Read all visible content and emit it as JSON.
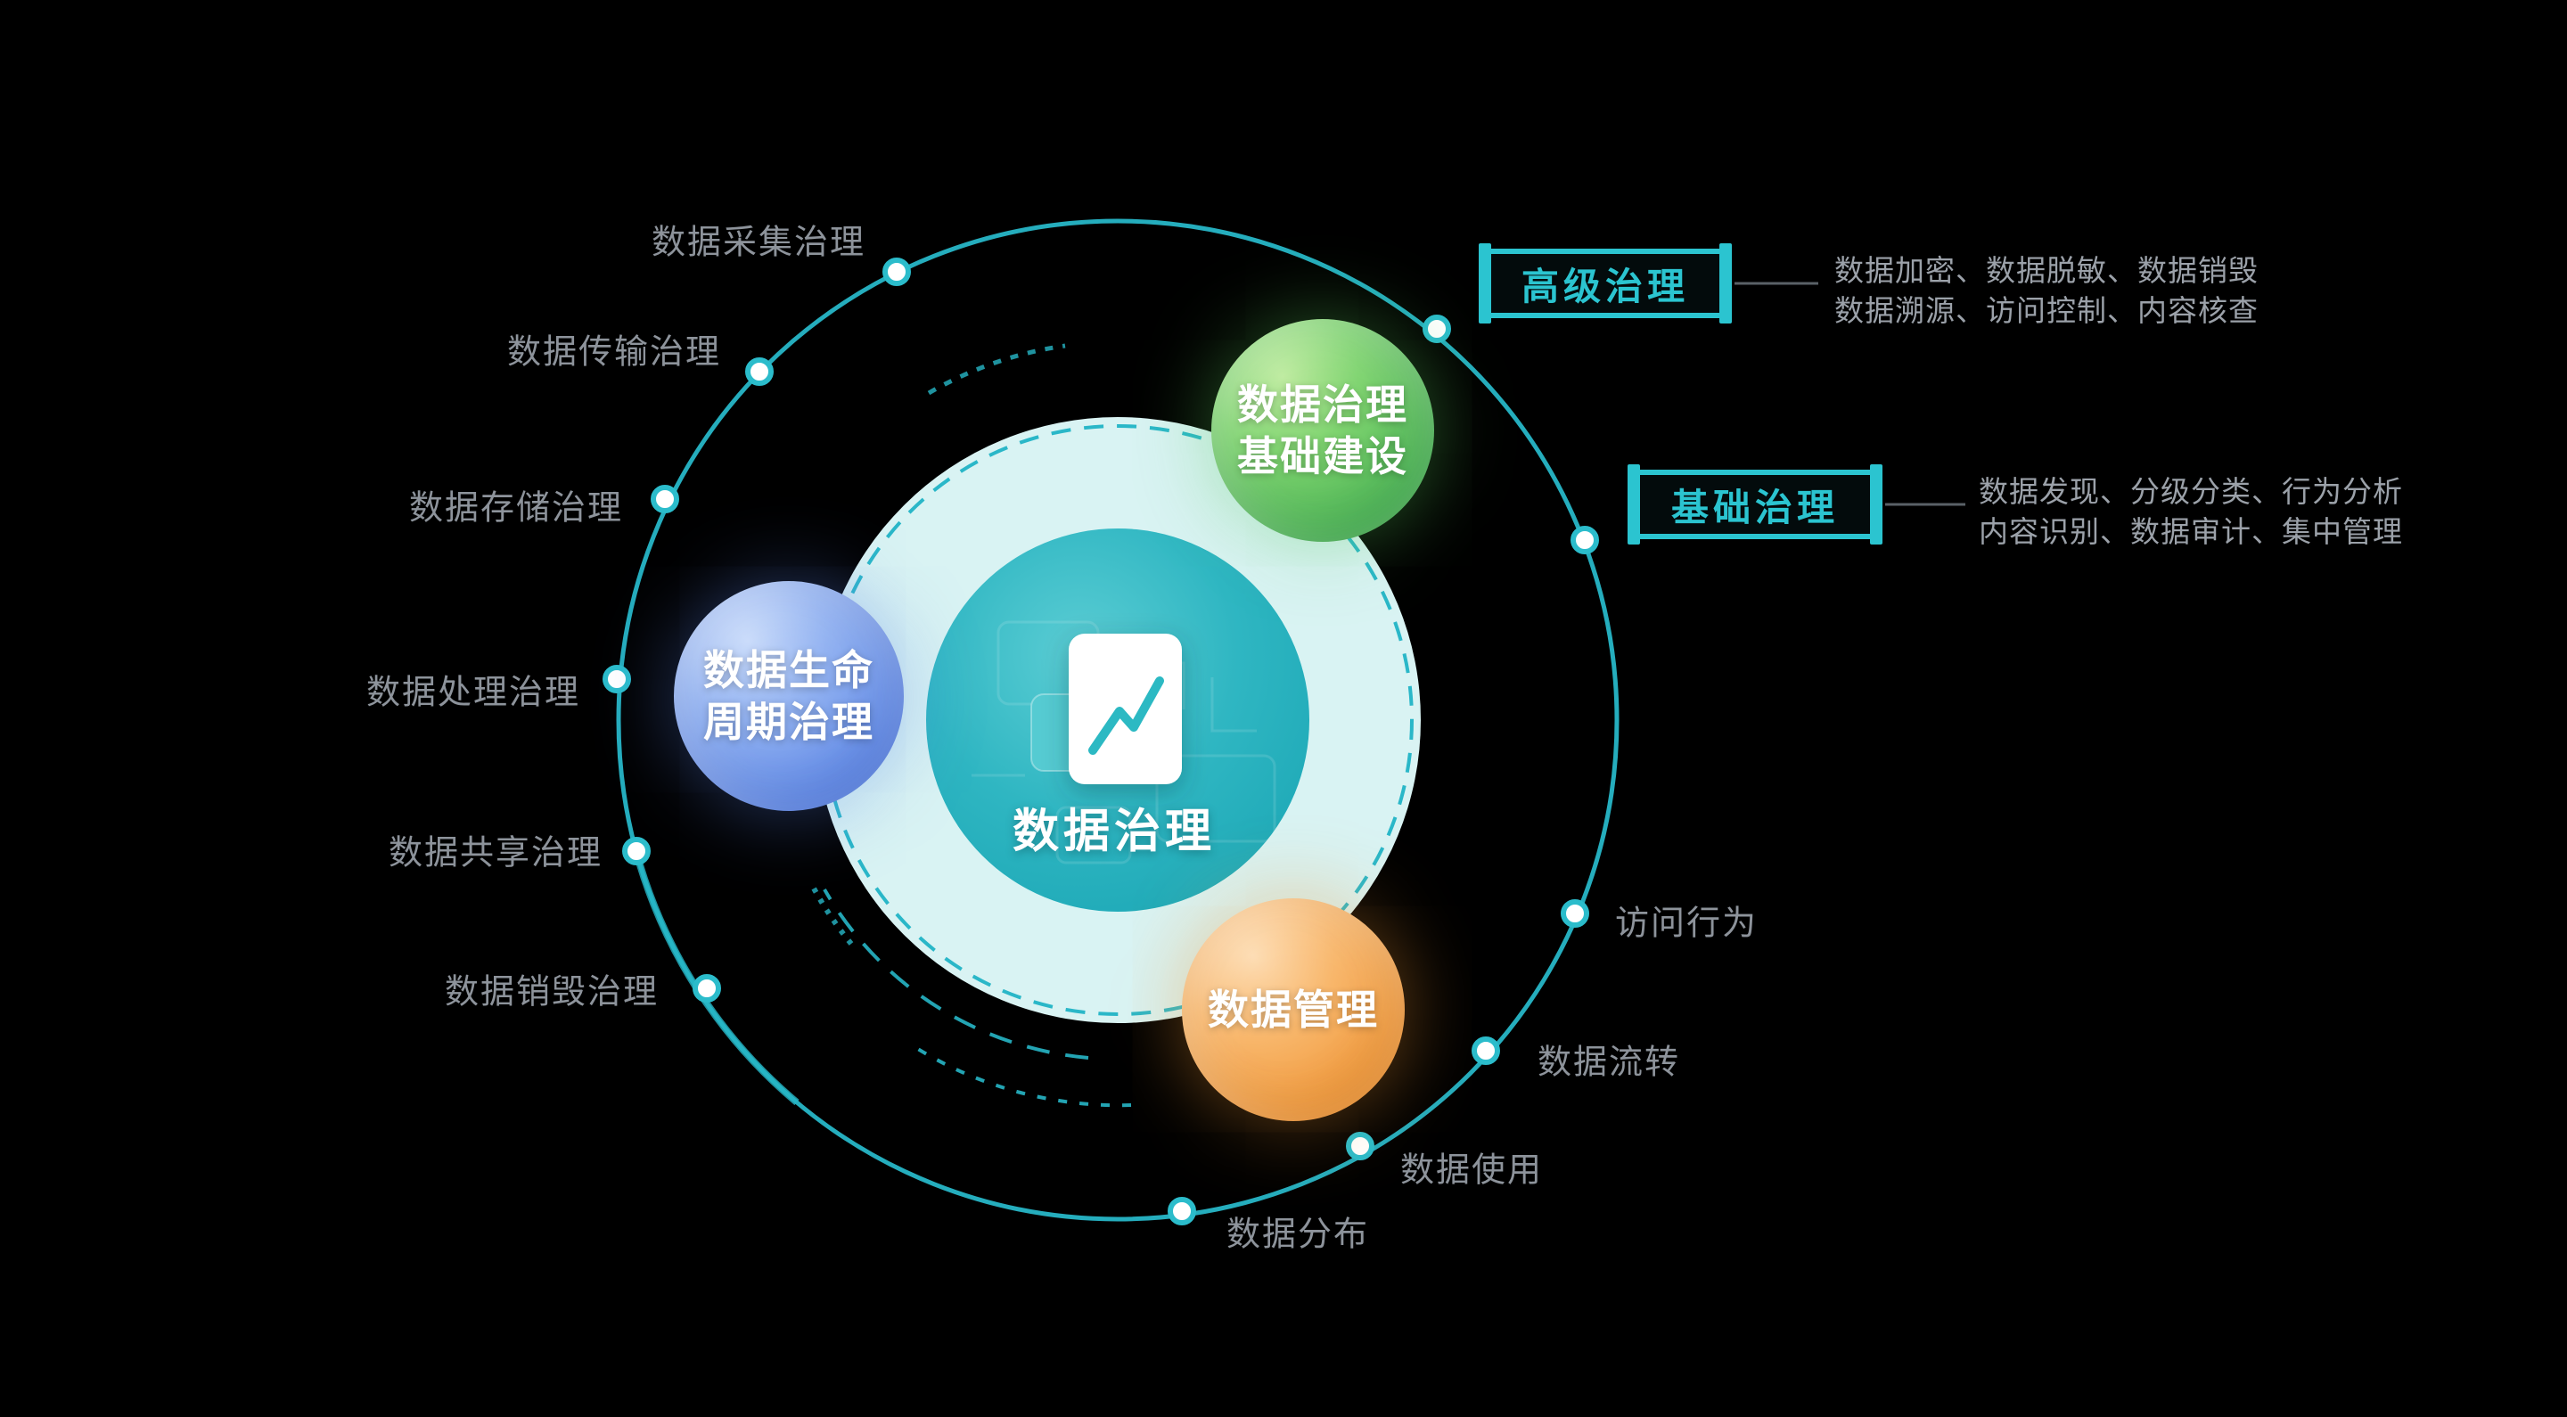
{
  "background": "#000000",
  "center": {
    "label": "数据治理",
    "icon": "line-chart-document-icon"
  },
  "satellites": [
    {
      "line1": "数据治理",
      "line2": "基础建设",
      "color": "#4db556"
    },
    {
      "line1": "数据生命",
      "line2": "周期治理",
      "color": "#5c86e6"
    },
    {
      "line1": "数据管理",
      "color": "#f09636"
    }
  ],
  "orbit_labels": [
    {
      "text": "数据采集治理"
    },
    {
      "text": "数据传输治理"
    },
    {
      "text": "数据存储治理"
    },
    {
      "text": "数据处理治理"
    },
    {
      "text": "数据共享治理"
    },
    {
      "text": "数据销毁治理"
    },
    {
      "text": "访问行为"
    },
    {
      "text": "数据流转"
    },
    {
      "text": "数据使用"
    },
    {
      "text": "数据分布"
    }
  ],
  "callouts": [
    {
      "title": "高级治理",
      "line1": "数据加密、数据脱敏、数据销毁",
      "line2": "数据溯源、访问控制、内容核查"
    },
    {
      "title": "基础治理",
      "line1": "数据发现、分级分类、行为分析",
      "line2": "内容识别、数据审计、集中管理"
    }
  ],
  "colors": {
    "accent_teal": "#2bbccb",
    "halo_ring": "#d9f3f3",
    "green": "#4db556",
    "blue": "#5c86e6",
    "orange": "#f09636",
    "label_gray": "#8d939b",
    "desc_gray": "#9ba1a9"
  }
}
